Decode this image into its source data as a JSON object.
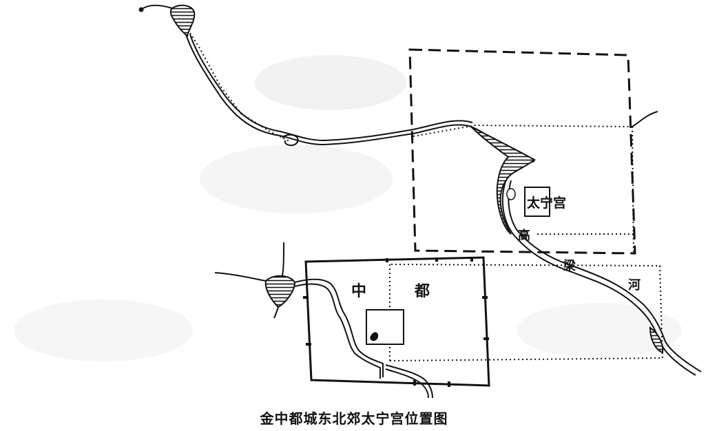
{
  "map": {
    "caption": "金中都城东北郊太宁宫位置图",
    "labels": {
      "zhong": "中",
      "du": "都",
      "taining_palace": "太宁宫",
      "gao": "高",
      "liang": "梁",
      "he": "河"
    }
  },
  "colors": {
    "ink": "#111111",
    "paper": "#ffffff",
    "smudge": "#d9d9d9"
  }
}
